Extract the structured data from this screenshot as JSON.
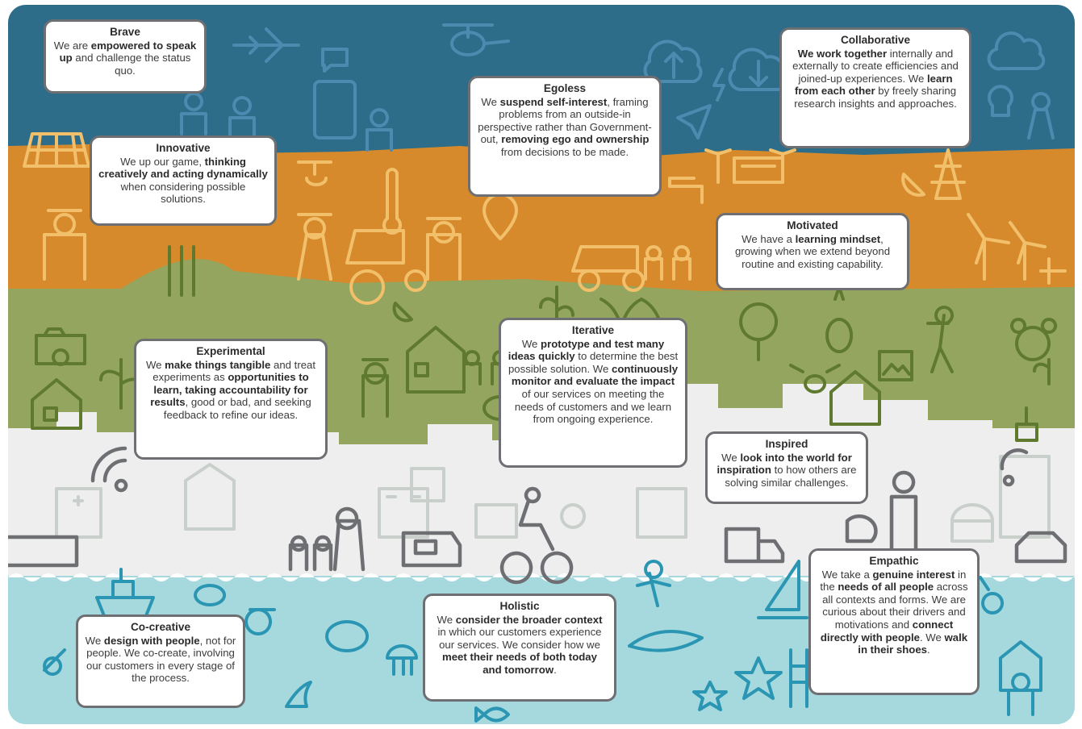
{
  "colors": {
    "sky": "#2d6d8a",
    "orange_band": "#d68a2c",
    "green_band": "#93a55e",
    "city_band": "#eeeeee",
    "water": "#a6d9dd",
    "card_border": "#6d6f73"
  },
  "cards": [
    {
      "id": "brave",
      "title": "Brave",
      "segments": [
        {
          "t": "We are ",
          "b": false
        },
        {
          "t": "empowered to speak up",
          "b": true
        },
        {
          "t": " and challenge the status quo.",
          "b": false
        }
      ]
    },
    {
      "id": "innovative",
      "title": "Innovative",
      "segments": [
        {
          "t": "We up our game, ",
          "b": false
        },
        {
          "t": "thinking creatively and acting dynamically",
          "b": true
        },
        {
          "t": " when considering possible solutions.",
          "b": false
        }
      ]
    },
    {
      "id": "egoless",
      "title": "Egoless",
      "segments": [
        {
          "t": "We ",
          "b": false
        },
        {
          "t": "suspend self-interest",
          "b": true
        },
        {
          "t": ", framing problems from an outside-in perspective rather than Government-out, ",
          "b": false
        },
        {
          "t": "removing ego and ownership",
          "b": true
        },
        {
          "t": " from decisions to be made.",
          "b": false
        }
      ]
    },
    {
      "id": "collaborative",
      "title": "Collaborative",
      "segments": [
        {
          "t": "We work together",
          "b": true
        },
        {
          "t": " internally and externally to create efficiencies and joined-up experiences. We ",
          "b": false
        },
        {
          "t": "learn from each other",
          "b": true
        },
        {
          "t": " by freely sharing research insights and approaches.",
          "b": false
        }
      ]
    },
    {
      "id": "motivated",
      "title": "Motivated",
      "segments": [
        {
          "t": "We have a ",
          "b": false
        },
        {
          "t": "learning mindset",
          "b": true
        },
        {
          "t": ", growing when we extend beyond routine and existing capability.",
          "b": false
        }
      ]
    },
    {
      "id": "experimental",
      "title": "Experimental",
      "segments": [
        {
          "t": "We ",
          "b": false
        },
        {
          "t": "make things tangible",
          "b": true
        },
        {
          "t": " and treat experiments as ",
          "b": false
        },
        {
          "t": "opportunities to learn, taking accountability for results",
          "b": true
        },
        {
          "t": ", good or bad, and seeking feedback to refine our ideas.",
          "b": false
        }
      ]
    },
    {
      "id": "iterative",
      "title": "Iterative",
      "segments": [
        {
          "t": "We ",
          "b": false
        },
        {
          "t": "prototype and test many ideas quickly",
          "b": true
        },
        {
          "t": " to determine the best possible solution. We ",
          "b": false
        },
        {
          "t": "continuously monitor and evaluate the impact",
          "b": true
        },
        {
          "t": " of our services on meeting the needs of customers and we learn from ongoing experience.",
          "b": false
        }
      ]
    },
    {
      "id": "inspired",
      "title": "Inspired",
      "segments": [
        {
          "t": "We ",
          "b": false
        },
        {
          "t": "look into the world for inspiration",
          "b": true
        },
        {
          "t": " to how others are solving similar challenges.",
          "b": false
        }
      ]
    },
    {
      "id": "empathic",
      "title": "Empathic",
      "segments": [
        {
          "t": "We take a ",
          "b": false
        },
        {
          "t": "genuine interest",
          "b": true
        },
        {
          "t": " in the ",
          "b": false
        },
        {
          "t": "needs of all people",
          "b": true
        },
        {
          "t": " across all contexts and forms. We are curious about their drivers and motivations and ",
          "b": false
        },
        {
          "t": "connect directly with people",
          "b": true
        },
        {
          "t": ". We ",
          "b": false
        },
        {
          "t": "walk in their shoes",
          "b": true
        },
        {
          "t": ".",
          "b": false
        }
      ]
    },
    {
      "id": "holistic",
      "title": "Holistic",
      "segments": [
        {
          "t": "We ",
          "b": false
        },
        {
          "t": "consider the broader context",
          "b": true
        },
        {
          "t": " in which our customers experience our services. We consider how we ",
          "b": false
        },
        {
          "t": "meet their needs of both today and tomorrow",
          "b": true
        },
        {
          "t": ".",
          "b": false
        }
      ]
    },
    {
      "id": "co-creative",
      "title": "Co-creative",
      "segments": [
        {
          "t": "We ",
          "b": false
        },
        {
          "t": "design with people",
          "b": true
        },
        {
          "t": ", not for people. We co-create, involving our customers in every stage of the process.",
          "b": false
        }
      ]
    }
  ]
}
